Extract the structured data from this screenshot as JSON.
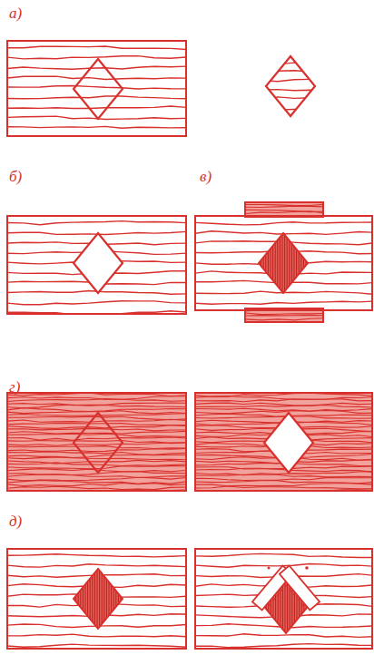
{
  "diagram": {
    "labels": [
      "а)",
      "б)",
      "в)",
      "г)",
      "д)"
    ]
  }
}
